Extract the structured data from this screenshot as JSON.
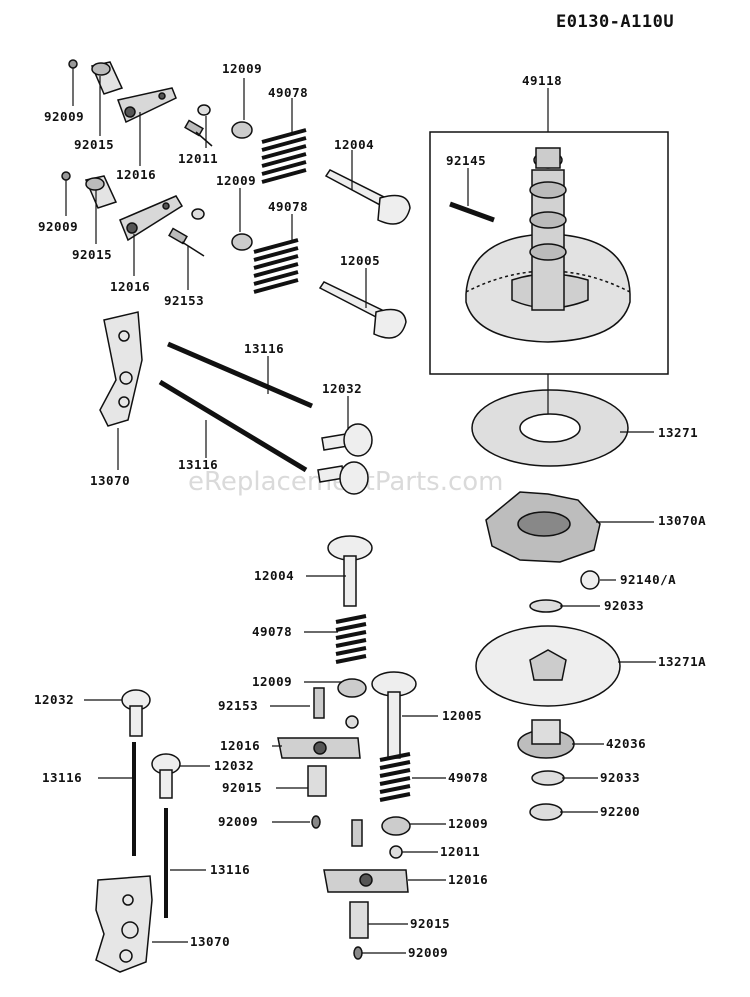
{
  "diagram_code": "E0130-A110U",
  "watermark": "eReplacementParts.com",
  "labels": {
    "p92009_a": "92009",
    "p92015_a": "92015",
    "p12016_a": "12016",
    "p12009_a": "12009",
    "p49078_a": "49078",
    "p12011_a": "12011",
    "p12004_a": "12004",
    "p92009_b": "92009",
    "p92015_b": "92015",
    "p12016_b": "12016",
    "p12009_b": "12009",
    "p49078_b": "49078",
    "p92153_a": "92153",
    "p12005_a": "12005",
    "p49118": "49118",
    "p92145": "92145",
    "p13116_a": "13116",
    "p12032_a": "12032",
    "p13116_b": "13116",
    "p13070_a": "13070",
    "p13271_a": "13271",
    "p13070A": "13070A",
    "p12004_b": "12004",
    "p92140A": "92140/A",
    "p92033_a": "92033",
    "p49078_c": "49078",
    "p13271A": "13271A",
    "p12009_c": "12009",
    "p12032_b": "12032",
    "p92153_b": "92153",
    "p12005_b": "12005",
    "p12016_c": "12016",
    "p12032_c": "12032",
    "p42036": "42036",
    "p13116_c": "13116",
    "p49078_d": "49078",
    "p92015_c": "92015",
    "p92033_b": "92033",
    "p92009_c": "92009",
    "p12009_d": "12009",
    "p92200": "92200",
    "p12011_b": "12011",
    "p13116_d": "13116",
    "p12016_d": "12016",
    "p92015_d": "92015",
    "p13070_b": "13070",
    "p92009_d": "92009"
  }
}
